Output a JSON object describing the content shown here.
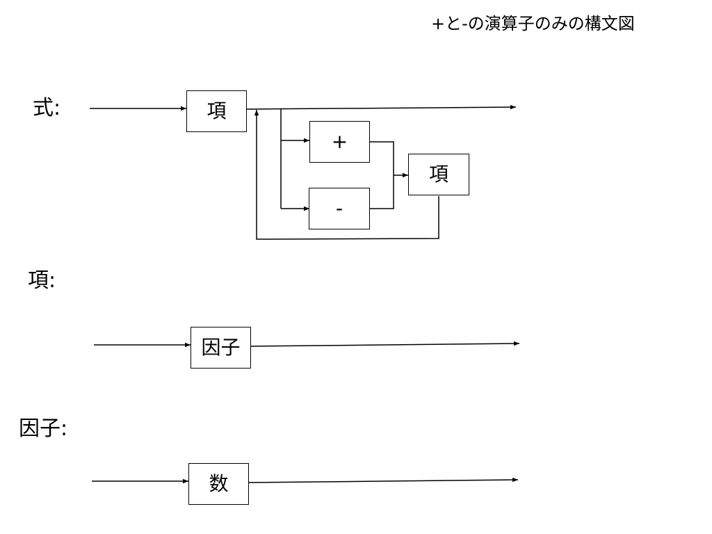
{
  "diagram": {
    "title": "+と-の演算子のみの構文図",
    "rules": [
      {
        "label": "式:",
        "boxes": {
          "term": "項",
          "plus": "+",
          "minus": "-",
          "term2": "項"
        }
      },
      {
        "label": "項:",
        "boxes": {
          "factor": "因子"
        }
      },
      {
        "label": "因子:",
        "boxes": {
          "number": "数"
        }
      }
    ]
  }
}
